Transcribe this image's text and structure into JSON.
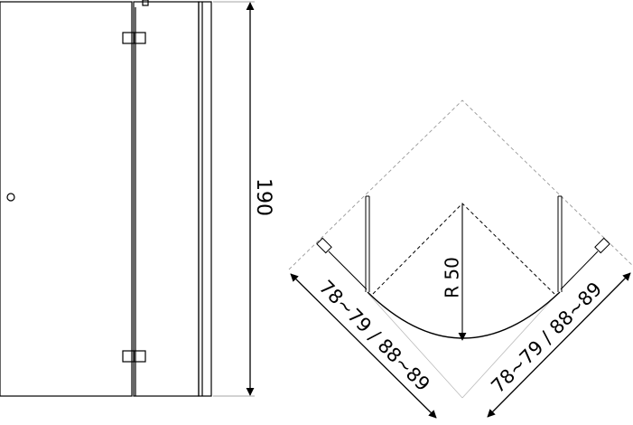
{
  "front_view": {
    "height_label": "190"
  },
  "plan_view": {
    "radius_label": "R 50",
    "left_dimension_label": "78~79 / 88~89",
    "right_dimension_label": "78~79 / 88~89"
  }
}
